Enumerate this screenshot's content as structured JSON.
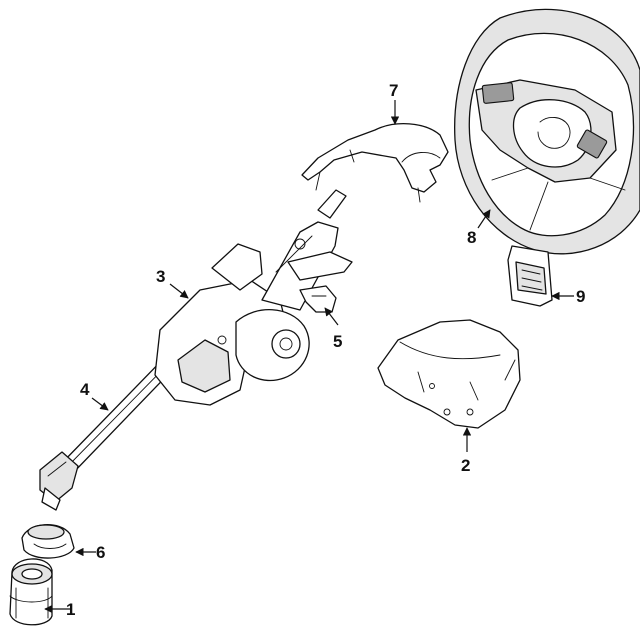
{
  "diagram": {
    "callouts": [
      {
        "id": "1",
        "label": "1"
      },
      {
        "id": "2",
        "label": "2"
      },
      {
        "id": "3",
        "label": "3"
      },
      {
        "id": "4",
        "label": "4"
      },
      {
        "id": "5",
        "label": "5"
      },
      {
        "id": "6",
        "label": "6"
      },
      {
        "id": "7",
        "label": "7"
      },
      {
        "id": "8",
        "label": "8"
      },
      {
        "id": "9",
        "label": "9"
      }
    ],
    "colors": {
      "line": "#111111",
      "shade": "#e4e4e4",
      "background": "#ffffff"
    }
  }
}
